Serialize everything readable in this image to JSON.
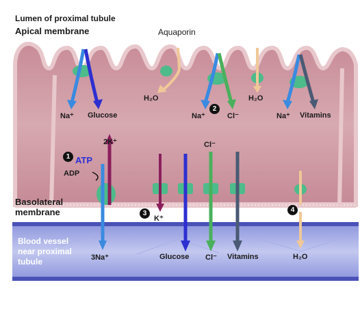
{
  "labels": {
    "lumen": "Lumen of proximal tubule",
    "apical": "Apical membrane",
    "aquaporin": "Aquaporin",
    "basolateral_1": "Basolateral",
    "basolateral_2": "membrane",
    "blood_1": "Blood vessel",
    "blood_2": "near proximal",
    "blood_3": "tubule"
  },
  "apical_labels": {
    "na1": "Na⁺",
    "glucose": "Glucose",
    "h2o_1": "H₂O",
    "na2": "Na⁺",
    "cl": "Cl⁻",
    "h2o_2": "H₂O",
    "na3": "Na⁺",
    "vitamins": "Vitamins"
  },
  "basal_labels": {
    "k2": "2K⁺",
    "atp": "ATP",
    "adp": "ADP",
    "cl_top": "Cl⁻",
    "k": "K⁺",
    "na3": "3Na⁺",
    "glucose": "Glucose",
    "cl": "Cl⁻",
    "vitamins": "Vitamins",
    "h2o": "H₂O"
  },
  "steps": [
    "1",
    "2",
    "3",
    "4"
  ],
  "colors": {
    "cytoplasm": "#c9929c",
    "membrane": "#e8c8cc",
    "blood": "#5a64c8",
    "channel": "#4dbb8a",
    "na": "#3a8ae0",
    "glucose": "#2d2fd0",
    "cl": "#49b05c",
    "vitamins": "#4a5a74",
    "k": "#8a1f5c",
    "water": "#f0c898"
  }
}
